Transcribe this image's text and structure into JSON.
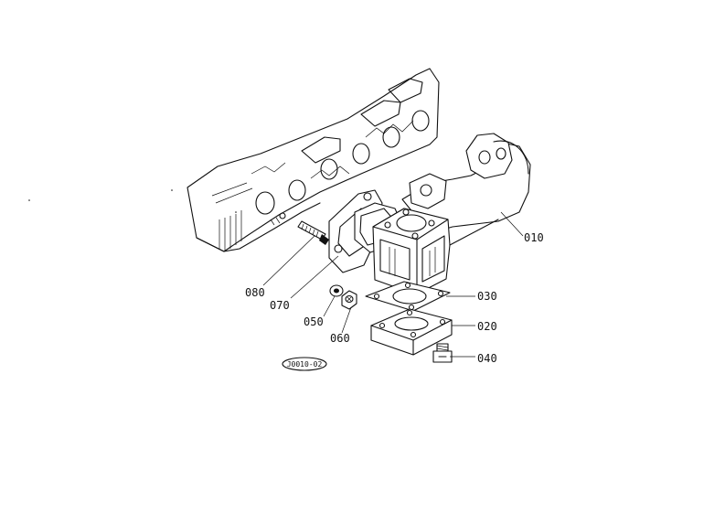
{
  "parts": [
    {
      "id": "p010",
      "number": "010"
    },
    {
      "id": "p020",
      "number": "020"
    },
    {
      "id": "p030",
      "number": "030"
    },
    {
      "id": "p040",
      "number": "040"
    },
    {
      "id": "p050",
      "number": "050"
    },
    {
      "id": "p060",
      "number": "060"
    },
    {
      "id": "p070",
      "number": "070"
    },
    {
      "id": "p080",
      "number": "080"
    }
  ],
  "figure_code": "J0010-02"
}
